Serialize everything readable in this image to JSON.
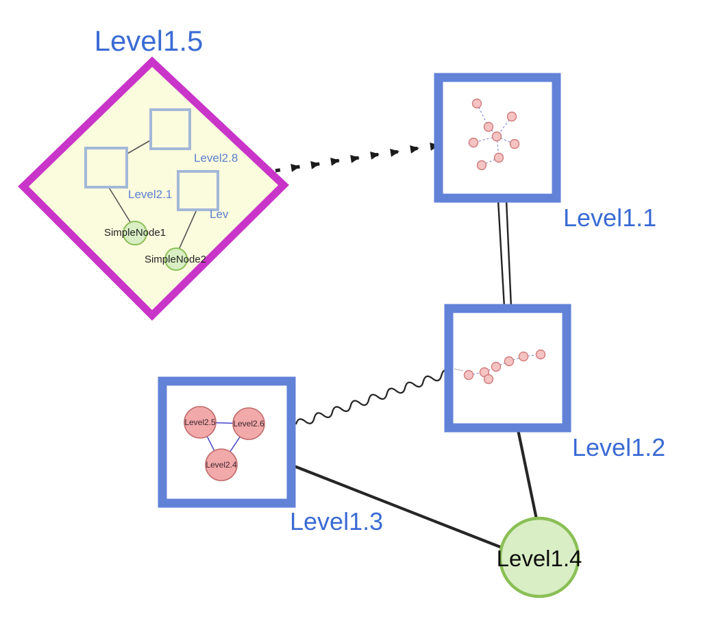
{
  "diagram": {
    "kind": "nested-graph-visualization",
    "labels": {
      "level15": "Level1.5",
      "level28": "Level2.8",
      "level21": "Level2.1",
      "lev": "Lev",
      "simplenode1": "SimpleNode1",
      "simplenode2": "SimpleNode2",
      "level11": "Level1.1",
      "level12": "Level1.2",
      "level13": "Level1.3",
      "level14": "Level1.4",
      "level25": "Level2.5",
      "level26": "Level2.6",
      "level24": "Level2.4"
    },
    "nodes": [
      {
        "id": "Level1.5",
        "shape": "diamond",
        "border": "#c835c8",
        "fill": "#fbfbdd",
        "children": [
          "Level2.8",
          "Level2.1",
          "Lev",
          "SimpleNode1",
          "SimpleNode2"
        ]
      },
      {
        "id": "Level1.1",
        "shape": "square",
        "border": "#6282d8",
        "fill": "#ffffff",
        "children_unlabeled_count": 8
      },
      {
        "id": "Level1.2",
        "shape": "square",
        "border": "#6282d8",
        "fill": "#ffffff",
        "children_unlabeled_count": 7
      },
      {
        "id": "Level1.3",
        "shape": "square",
        "border": "#6282d8",
        "fill": "#ffffff",
        "children": [
          "Level2.5",
          "Level2.6",
          "Level2.4"
        ]
      },
      {
        "id": "Level1.4",
        "shape": "circle",
        "border": "#8abf55",
        "fill": "#d9eec4"
      }
    ],
    "edges": [
      {
        "from": "Level1.5",
        "to": "Level1.1",
        "style": "dashed-arrow-chain"
      },
      {
        "from": "Level1.1",
        "to": "Level1.2",
        "style": "double-line"
      },
      {
        "from": "Level1.3",
        "to": "Level1.2",
        "style": "wavy"
      },
      {
        "from": "Level1.3",
        "to": "Level1.4",
        "style": "solid"
      },
      {
        "from": "Level1.2",
        "to": "Level1.4",
        "style": "solid"
      }
    ],
    "inner_edges_level15": [
      [
        "Level2.8",
        "Level2.1"
      ],
      [
        "Level2.1",
        "SimpleNode1"
      ],
      [
        "Lev",
        "SimpleNode2"
      ]
    ],
    "inner_edges_level13": [
      [
        "Level2.5",
        "Level2.6"
      ],
      [
        "Level2.5",
        "Level2.4"
      ],
      [
        "Level2.6",
        "Level2.4"
      ]
    ],
    "colors": {
      "label_blue": "#3a6bd4",
      "inner_label_blue": "#5b80d0",
      "box_border_blue": "#6282d8",
      "diamond_border_magenta": "#c835c8",
      "diamond_fill_yellow": "#fbfbdd",
      "square_border_steel": "#a3b8d8",
      "green_fill": "#d9eec4",
      "green_border": "#8abf55",
      "pink_fill": "#f2a9a9",
      "pink_border": "#bf6a6a",
      "mini_pink_fill": "#f6c3c3",
      "mini_pink_border": "#d07a7a",
      "edge_black": "#222222",
      "mini_edge_blue": "#6f6fd0"
    }
  }
}
